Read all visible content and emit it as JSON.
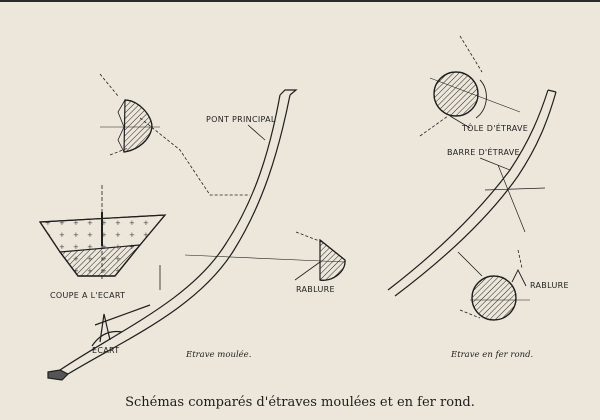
{
  "left_figure": {
    "labels": {
      "pont_principal": "PONT PRINCIPAL",
      "rablure": "RABLURE",
      "coupe": "COUPE A L'ECART",
      "ecart": "ECART",
      "c_symbol": "¢"
    },
    "title": "Etrave moulée."
  },
  "right_figure": {
    "labels": {
      "tole": "TÔLE D'ÉTRAVE",
      "barre": "BARRE D'ÉTRAVE",
      "rablure": "RABLURE"
    },
    "title": "Etrave en fer rond."
  },
  "caption": "Schémas comparés d'étraves moulées et en fer rond."
}
